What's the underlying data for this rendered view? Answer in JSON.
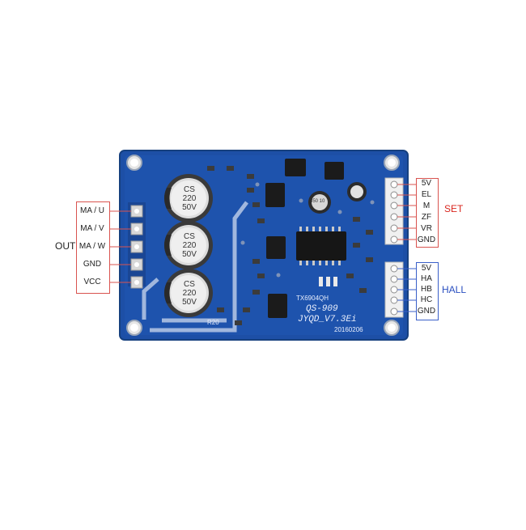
{
  "out": {
    "group_label": "OUT",
    "pins": [
      "MA / U",
      "MA / V",
      "MA / W",
      "GND",
      "VCC"
    ]
  },
  "set": {
    "group_label": "SET",
    "pins": [
      "5V",
      "EL",
      "M",
      "ZF",
      "VR",
      "GND"
    ],
    "color": "#d9251d"
  },
  "hall": {
    "group_label": "HALL",
    "pins": [
      "5V",
      "HA",
      "HB",
      "HC",
      "GND"
    ],
    "color": "#2a4fc0"
  },
  "board": {
    "color": "#1d4fa6",
    "capacitor_labels": [
      {
        "brand": "CS",
        "value": "220",
        "voltage": "50V"
      },
      {
        "brand": "CS",
        "value": "220",
        "voltage": "50V"
      },
      {
        "brand": "CS",
        "value": "220",
        "voltage": "50V"
      }
    ],
    "small_cap_label": "350 10",
    "silkscreen": {
      "chip_id": "TX6904QH",
      "model": "QS-909",
      "version": "JYQD_V7.3Ei",
      "date": "20160206",
      "resistor": "R20"
    }
  }
}
